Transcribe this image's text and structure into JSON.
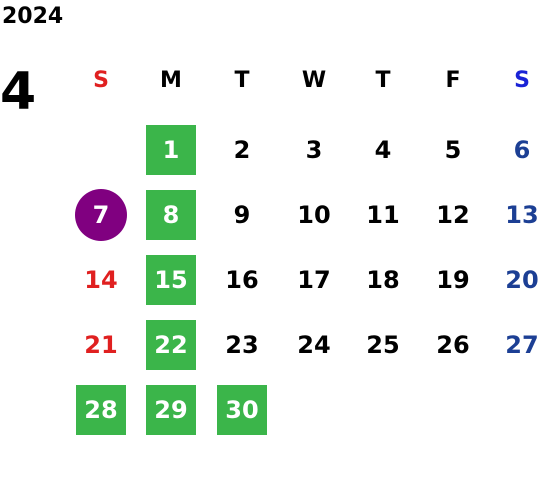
{
  "calendar": {
    "year": "2024",
    "month": "4",
    "weekdays": [
      "S",
      "M",
      "T",
      "W",
      "T",
      "F",
      "S"
    ],
    "colors": {
      "sunday_header": "#e02020",
      "saturday_header": "#1a23d6",
      "weekday_header": "#000000",
      "sunday_date": "#e02020",
      "saturday_date": "#1c3f94",
      "weekday_date": "#000000",
      "green_box": "#3bb54a",
      "highlight_circle": "#800080"
    },
    "weeks": [
      [
        {
          "day": ""
        },
        {
          "day": "1",
          "style": "green"
        },
        {
          "day": "2"
        },
        {
          "day": "3"
        },
        {
          "day": "4"
        },
        {
          "day": "5"
        },
        {
          "day": "6"
        }
      ],
      [
        {
          "day": "7",
          "style": "highlight"
        },
        {
          "day": "8",
          "style": "green"
        },
        {
          "day": "9"
        },
        {
          "day": "10"
        },
        {
          "day": "11"
        },
        {
          "day": "12"
        },
        {
          "day": "13"
        }
      ],
      [
        {
          "day": "14"
        },
        {
          "day": "15",
          "style": "green"
        },
        {
          "day": "16"
        },
        {
          "day": "17"
        },
        {
          "day": "18"
        },
        {
          "day": "19"
        },
        {
          "day": "20"
        }
      ],
      [
        {
          "day": "21"
        },
        {
          "day": "22",
          "style": "green"
        },
        {
          "day": "23"
        },
        {
          "day": "24"
        },
        {
          "day": "25"
        },
        {
          "day": "26"
        },
        {
          "day": "27"
        }
      ],
      [
        {
          "day": "28",
          "style": "green"
        },
        {
          "day": "29",
          "style": "green"
        },
        {
          "day": "30",
          "style": "green"
        },
        {
          "day": ""
        },
        {
          "day": ""
        },
        {
          "day": ""
        },
        {
          "day": ""
        }
      ]
    ]
  }
}
